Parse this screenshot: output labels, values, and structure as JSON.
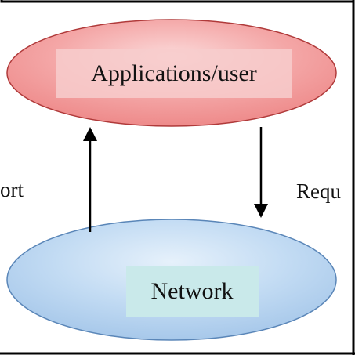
{
  "diagram": {
    "top_node": {
      "label": "Applications/user",
      "fill_color": "#f28c8c",
      "border_color": "#b03a3a",
      "label_box_color": "#f8cfcf"
    },
    "bottom_node": {
      "label": "Network",
      "fill_color": "#a9ccee",
      "border_color": "#5a86b8",
      "label_box_color": "#c8e8ea"
    },
    "left_edge": {
      "label": "ort"
    },
    "right_edge": {
      "label": "Requ"
    },
    "frame_color": "#000000"
  }
}
